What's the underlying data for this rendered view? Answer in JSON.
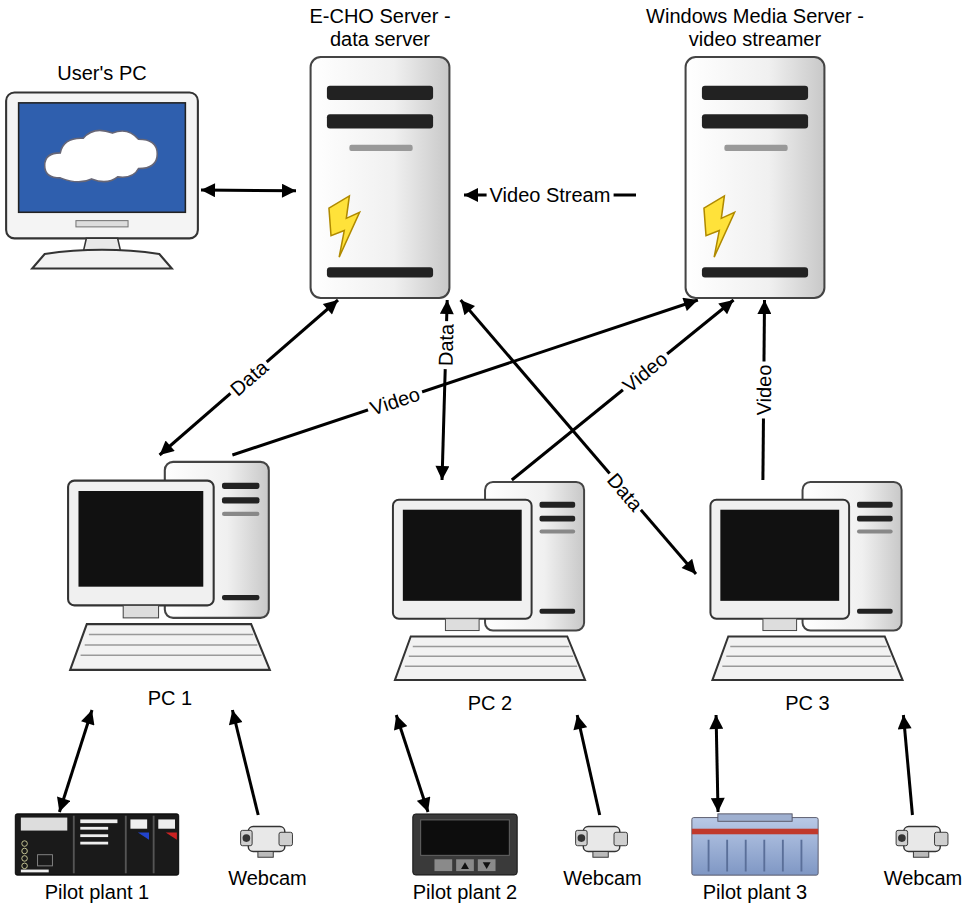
{
  "diagram": {
    "nodes": [
      {
        "text": [
          "User's PC"
        ]
      },
      {
        "text": [
          "E-CHO Server - data server"
        ]
      },
      {
        "text": [
          "Windows Media Server - video streamer"
        ]
      },
      {
        "text": [
          "PC 1"
        ]
      },
      {
        "text": [
          "PC 2"
        ]
      },
      {
        "text": [
          "PC 3"
        ]
      },
      {
        "text": [
          "Pilot plant 1"
        ]
      },
      {
        "text": [
          "Webcam"
        ]
      },
      {
        "text": [
          "Pilot plant 2"
        ]
      },
      {
        "text": [
          "Webcam"
        ]
      },
      {
        "text": [
          "Pilot plant 3"
        ]
      },
      {
        "text": [
          "Webcam"
        ]
      }
    ],
    "edges": [
      {
        "from": 0,
        "to": 1,
        "arrow": "both"
      },
      {
        "from": 2,
        "to": 1,
        "label": "Video Stream",
        "arrow": "to"
      },
      {
        "from": 1,
        "to": 3,
        "label": "Data",
        "arrow": "both"
      },
      {
        "from": 3,
        "to": 2,
        "label": "Video",
        "arrow": "to"
      },
      {
        "from": 1,
        "to": 4,
        "label": "Data",
        "arrow": "both"
      },
      {
        "from": 4,
        "to": 2,
        "label": "Video",
        "arrow": "to"
      },
      {
        "from": 1,
        "to": 5,
        "label": "Data",
        "arrow": "both"
      },
      {
        "from": 5,
        "to": 2,
        "label": "Video",
        "arrow": "to"
      },
      {
        "from": 3,
        "to": 6,
        "arrow": "both"
      },
      {
        "from": 7,
        "to": 3,
        "arrow": "to"
      },
      {
        "from": 4,
        "to": 8,
        "arrow": "both"
      },
      {
        "from": 9,
        "to": 4,
        "arrow": "to"
      },
      {
        "from": 5,
        "to": 10,
        "arrow": "both"
      },
      {
        "from": 11,
        "to": 5,
        "arrow": "to"
      }
    ]
  }
}
